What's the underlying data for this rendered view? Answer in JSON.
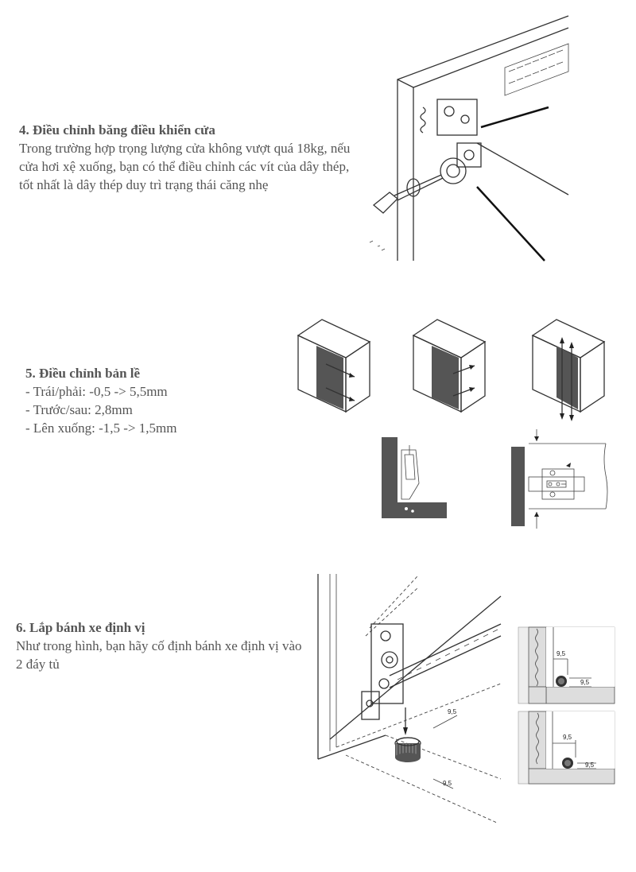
{
  "sections": [
    {
      "title": "4. Điều chỉnh băng điều khiển cửa",
      "body": "Trong trường hợp trọng lượng cửa không vượt quá 18kg, nếu cửa hơi xệ xuống, bạn có thể điều chỉnh các vít của dây thép, tốt nhất là dây thép duy trì trạng thái căng nhẹ"
    },
    {
      "title": "5. Điều chỉnh bản lề",
      "lines": [
        "- Trái/phải: -0,5 -> 5,5mm",
        "- Trước/sau: 2,8mm",
        "- Lên xuống: -1,5 -> 1,5mm"
      ]
    },
    {
      "title": "6. Lắp bánh xe định vị",
      "body": "Như trong hình, bạn hãy cố định bánh xe định vị vào 2 đáy tủ"
    }
  ],
  "diagram_labels": {
    "dim": "9,5"
  },
  "colors": {
    "text": "#555555",
    "line": "#333333",
    "door_panel": "#555555",
    "cabinet_fill": "#eeeeee"
  }
}
